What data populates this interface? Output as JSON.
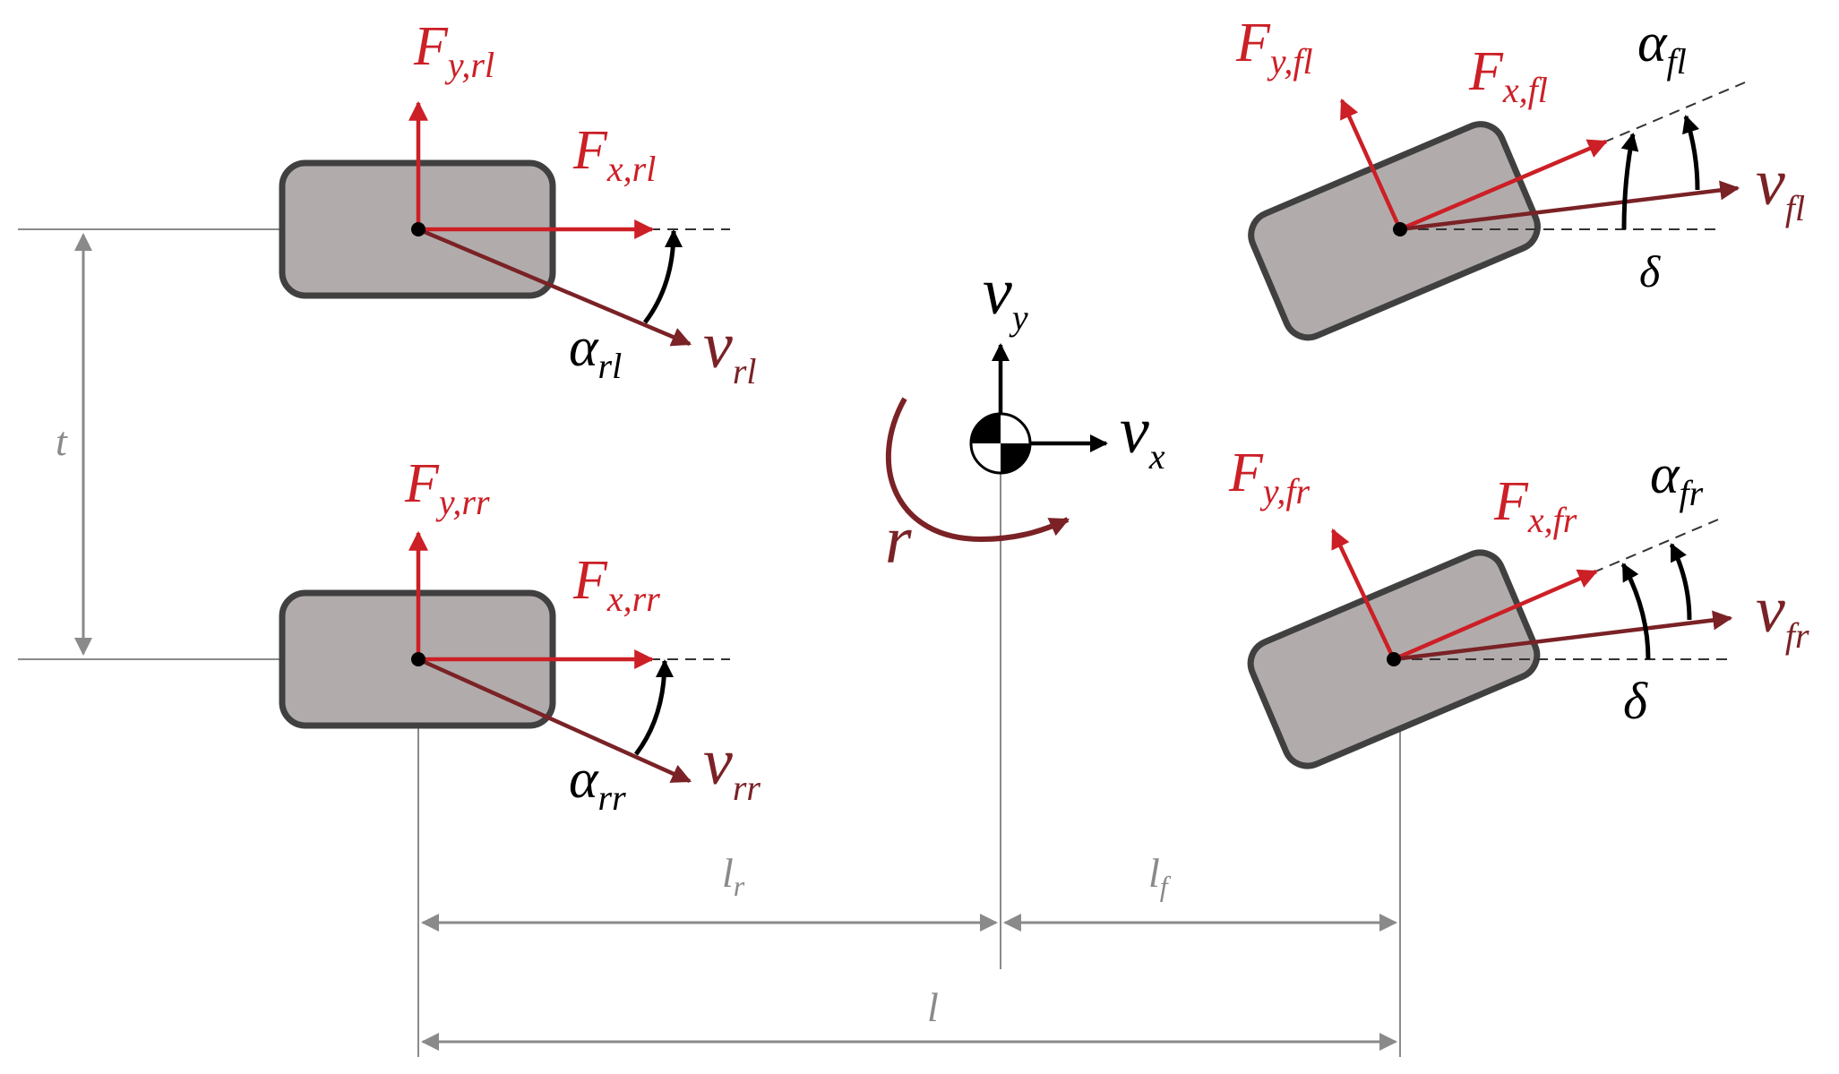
{
  "colors": {
    "force": "#cc1f26",
    "velocity": "#7a2226",
    "tire_fill": "#b1acab",
    "tire_stroke": "#404040",
    "dimension": "#8a8a8a",
    "angle": "#000000"
  },
  "wheels": {
    "rl": {
      "fy": "F",
      "fy_sub": "y,rl",
      "fx": "F",
      "fx_sub": "x,rl",
      "v": "v",
      "v_sub": "rl",
      "alpha": "α",
      "alpha_sub": "rl"
    },
    "rr": {
      "fy": "F",
      "fy_sub": "y,rr",
      "fx": "F",
      "fx_sub": "x,rr",
      "v": "v",
      "v_sub": "rr",
      "alpha": "α",
      "alpha_sub": "rr"
    },
    "fl": {
      "fy": "F",
      "fy_sub": "y,fl",
      "fx": "F",
      "fx_sub": "x,fl",
      "v": "v",
      "v_sub": "fl",
      "alpha": "α",
      "alpha_sub": "fl",
      "delta": "δ"
    },
    "fr": {
      "fy": "F",
      "fy_sub": "y,fr",
      "fx": "F",
      "fx_sub": "x,fr",
      "v": "v",
      "v_sub": "fr",
      "alpha": "α",
      "alpha_sub": "fr",
      "delta": "δ"
    }
  },
  "cog": {
    "vy": "v",
    "vy_sub": "y",
    "vx": "v",
    "vx_sub": "x",
    "yaw_rate": "r"
  },
  "dimensions": {
    "track": "t",
    "lr": "l",
    "lr_sub": "r",
    "lf": "l",
    "lf_sub": "f",
    "wheelbase": "l"
  }
}
